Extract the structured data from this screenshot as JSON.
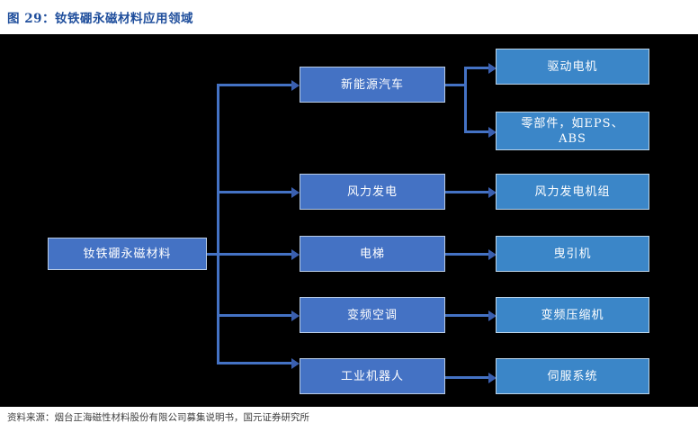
{
  "page": {
    "title": "图 29：钕铁硼永磁材料应用领域",
    "footer": "资料来源：烟台正海磁性材料股份有限公司募集说明书，国元证券研究所",
    "canvas_background": "#000000",
    "accent_color": "#4472C4",
    "leaf_color": "#3B86C8",
    "title_color": "#1F4E9C"
  },
  "diagram": {
    "type": "tree",
    "root": {
      "label": "钕铁硼永磁材料"
    },
    "branches": [
      {
        "label": "新能源汽车",
        "children": [
          {
            "label": "驱动电机"
          },
          {
            "label": "零部件，如EPS、ABS",
            "line1": "零部件，如EPS、",
            "line2": "ABS"
          }
        ]
      },
      {
        "label": "风力发电",
        "children": [
          {
            "label": "风力发电机组"
          }
        ]
      },
      {
        "label": "电梯",
        "children": [
          {
            "label": "曳引机"
          }
        ]
      },
      {
        "label": "变频空调",
        "children": [
          {
            "label": "变频压缩机"
          }
        ]
      },
      {
        "label": "工业机器人",
        "children": [
          {
            "label": "伺服系统"
          }
        ]
      }
    ]
  }
}
